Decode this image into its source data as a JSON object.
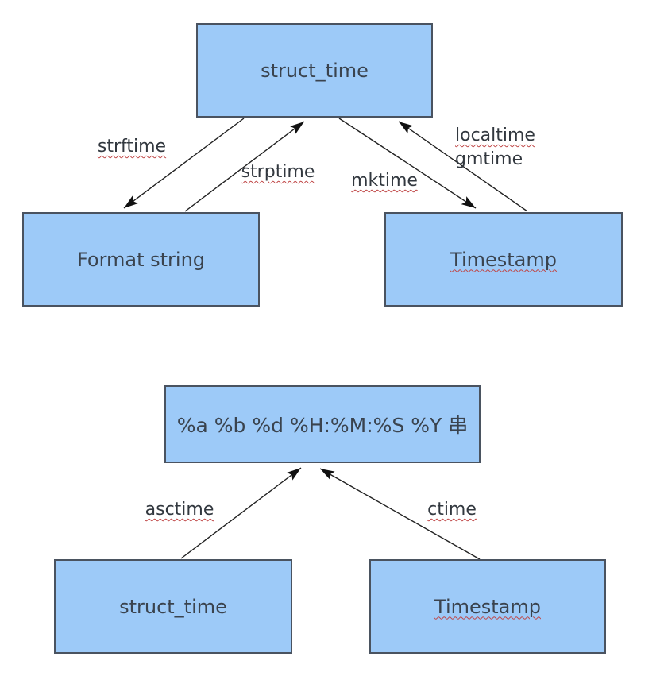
{
  "colors": {
    "background": "#ffffff",
    "node_fill": "#9dcaf8",
    "node_border": "#4a5360",
    "node_text": "#3a434e",
    "edge_line": "#222222",
    "arrowhead": "#111111",
    "spellcheck_underline": "#bf4545"
  },
  "top_diagram": {
    "nodes": {
      "struct_time": {
        "label": "struct_time"
      },
      "format_string": {
        "label": "Format string"
      },
      "timestamp": {
        "label": "Timestamp"
      }
    },
    "edges": {
      "strftime": {
        "label": "strftime",
        "from": "struct_time",
        "to": "format_string"
      },
      "strptime": {
        "label": "strptime",
        "from": "format_string",
        "to": "struct_time"
      },
      "mktime": {
        "label": "mktime",
        "from": "struct_time",
        "to": "timestamp"
      },
      "localtime": {
        "label": "localtime",
        "from": "timestamp",
        "to": "struct_time"
      },
      "gmtime": {
        "label": "gmtime",
        "from": "timestamp",
        "to": "struct_time"
      }
    }
  },
  "bottom_diagram": {
    "nodes": {
      "format_pattern": {
        "label": "%a %b %d %H:%M:%S %Y 串"
      },
      "struct_time": {
        "label": "struct_time"
      },
      "timestamp": {
        "label": "Timestamp"
      }
    },
    "edges": {
      "asctime": {
        "label": "asctime",
        "from": "struct_time",
        "to": "format_pattern"
      },
      "ctime": {
        "label": "ctime",
        "from": "timestamp",
        "to": "format_pattern"
      }
    }
  }
}
